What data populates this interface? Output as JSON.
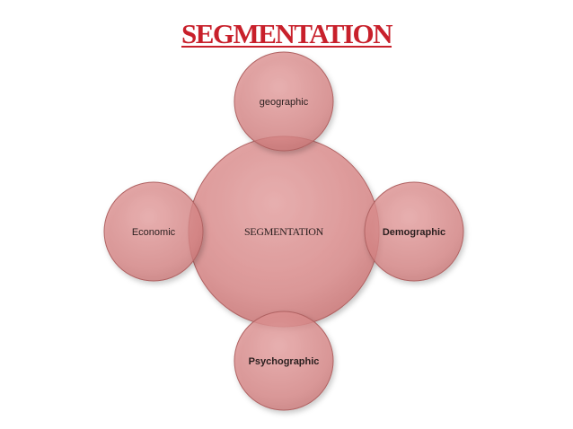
{
  "title": "SEGMENTATION",
  "center": {
    "label": "SEGMENTATION"
  },
  "nodes": {
    "top": {
      "label": "geographic"
    },
    "right": {
      "label": "Demographic"
    },
    "bottom": {
      "label": "Psychographic"
    },
    "left": {
      "label": "Economic"
    }
  },
  "colors": {
    "title": "#c8202b",
    "fill_light": "#e6a4a4",
    "fill_mid": "#d27c7c",
    "fill_dark": "#b05a5a",
    "stroke": "#a85a5a"
  }
}
